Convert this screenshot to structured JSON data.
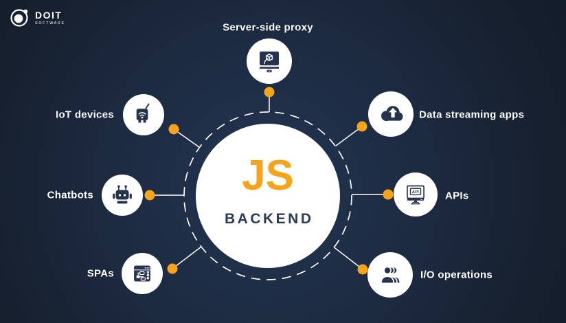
{
  "brand": {
    "name": "DOIT",
    "subtitle": "SOFTWARE",
    "icon": "doit-logo-icon"
  },
  "hub": {
    "title": "JS",
    "subtitle": "BACKEND"
  },
  "nodes": [
    {
      "label": "Server-side proxy",
      "icon": "server-proxy-monitor-icon"
    },
    {
      "label": "IoT devices",
      "icon": "iot-device-icon"
    },
    {
      "label": "Chatbots",
      "icon": "chatbot-robot-icon"
    },
    {
      "label": "SPAs",
      "icon": "browser-app-icon"
    },
    {
      "label": "Data streaming apps",
      "icon": "cloud-upload-icon"
    },
    {
      "label": "APIs",
      "icon": "api-monitor-icon",
      "icon_text": "API"
    },
    {
      "label": "I/O operations",
      "icon": "users-group-icon"
    }
  ],
  "colors": {
    "background": "#16202F",
    "accent_orange": "#F7A41D",
    "navy": "#25334D",
    "white": "#FFFFFF",
    "hub_text": "#2B3A55"
  }
}
